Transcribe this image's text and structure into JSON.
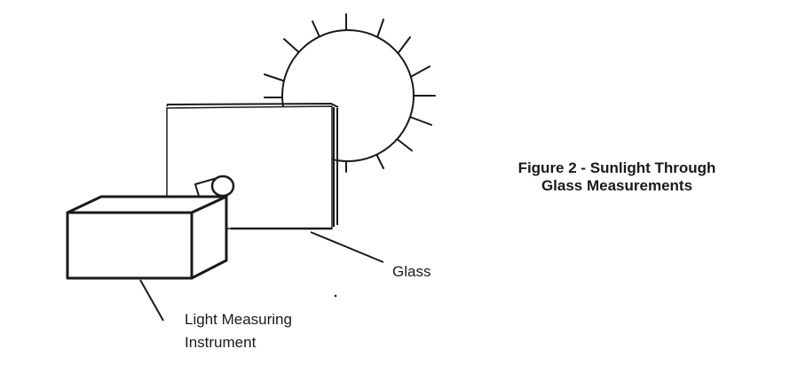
{
  "labels": {
    "glass": "Glass",
    "instrument_line1": "Light Measuring",
    "instrument_line2": "Instrument"
  },
  "caption": {
    "line1": "Figure 2 - Sunlight Through",
    "line2": "Glass Measurements"
  },
  "colors": {
    "ink": "#1a1a1a",
    "background": "#ffffff"
  }
}
